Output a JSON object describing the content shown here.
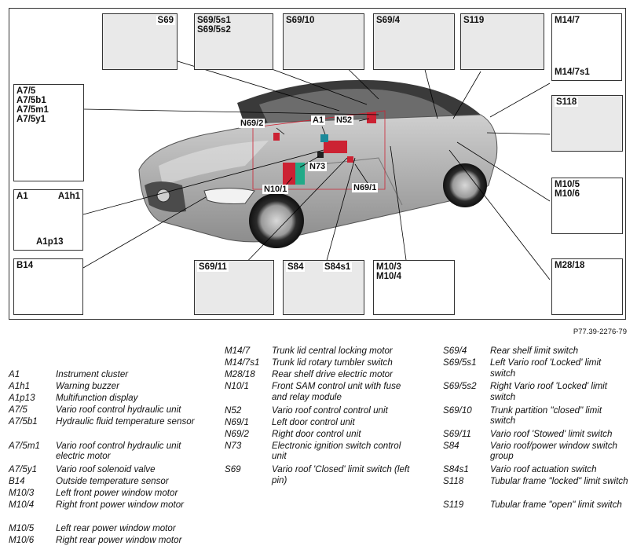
{
  "figure": {
    "ref": "P77.39-2276-79",
    "callouts": {
      "n69_2": "N69/2",
      "a1": "A1",
      "n52": "N52",
      "n73": "N73",
      "n10_1": "N10/1",
      "n69_1": "N69/1"
    },
    "boxes": {
      "s69": "S69",
      "s69_5s": "S69/5s1\nS69/5s2",
      "s69_10": "S69/10",
      "s69_4": "S69/4",
      "s119": "S119",
      "m14_7": "M14/7",
      "m14_7s1": "M14/7s1",
      "a7_5": "A7/5\nA7/5b1\nA7/5m1\nA7/5y1",
      "s118": "S118",
      "a1": "A1",
      "a1h1": "A1h1",
      "a1p13": "A1p13",
      "m10_5": "M10/5\nM10/6",
      "b14": "B14",
      "s69_11": "S69/11",
      "s84": "S84",
      "s84s1": "S84s1",
      "m10_3": "M10/3\nM10/4",
      "m28_18": "M28/18"
    }
  },
  "legend": {
    "col1": [
      {
        "code": "A1",
        "desc": "Instrument cluster"
      },
      {
        "code": "A1h1",
        "desc": "Warning buzzer"
      },
      {
        "code": "A1p13",
        "desc": "Multifunction display"
      },
      {
        "code": "A7/5",
        "desc": "Vario roof control hydraulic unit"
      },
      {
        "code": "A7/5b1",
        "desc": "Hydraulic fluid temperature sensor"
      },
      {
        "code": "A7/5m1",
        "desc": "Vario roof control hydraulic unit electric motor"
      },
      {
        "code": "A7/5y1",
        "desc": "Vario roof solenoid valve"
      },
      {
        "code": "B14",
        "desc": "Outside temperature sensor"
      },
      {
        "code": "M10/3",
        "desc": "Left front power window motor"
      },
      {
        "code": "M10/4",
        "desc": "Right front power window motor"
      },
      {
        "code": "M10/5",
        "desc": "Left rear power window motor"
      },
      {
        "code": "M10/6",
        "desc": "Right rear power window motor"
      }
    ],
    "col2": [
      {
        "code": "M14/7",
        "desc": "Trunk lid central locking motor"
      },
      {
        "code": "M14/7s1",
        "desc": "Trunk lid rotary tumbler switch"
      },
      {
        "code": "M28/18",
        "desc": "Rear shelf drive electric motor"
      },
      {
        "code": "N10/1",
        "desc": "Front SAM control unit with fuse and relay module"
      },
      {
        "code": "N52",
        "desc": "Vario roof control control unit"
      },
      {
        "code": "N69/1",
        "desc": "Left door control unit"
      },
      {
        "code": "N69/2",
        "desc": "Right door control unit"
      },
      {
        "code": "N73",
        "desc": "Electronic ignition switch control unit"
      },
      {
        "code": "S69",
        "desc": "Vario roof 'Closed' limit switch (left pin)"
      }
    ],
    "col3": [
      {
        "code": "S69/4",
        "desc": "Rear shelf limit switch"
      },
      {
        "code": "S69/5s1",
        "desc": "Left Vario roof 'Locked' limit switch"
      },
      {
        "code": "S69/5s2",
        "desc": "Right Vario roof 'Locked' limit switch"
      },
      {
        "code": "S69/10",
        "desc": "Trunk partition \"closed\" limit switch"
      },
      {
        "code": "S69/11",
        "desc": "Vario roof 'Stowed' limit switch"
      },
      {
        "code": "S84",
        "desc": "Vario roof/power window switch group"
      },
      {
        "code": "S84s1",
        "desc": "Vario roof actuation switch"
      },
      {
        "code": "S118",
        "desc": "Tubular frame \"locked\" limit switch"
      },
      {
        "code": "S119",
        "desc": "Tubular frame \"open\" limit switch"
      }
    ]
  }
}
